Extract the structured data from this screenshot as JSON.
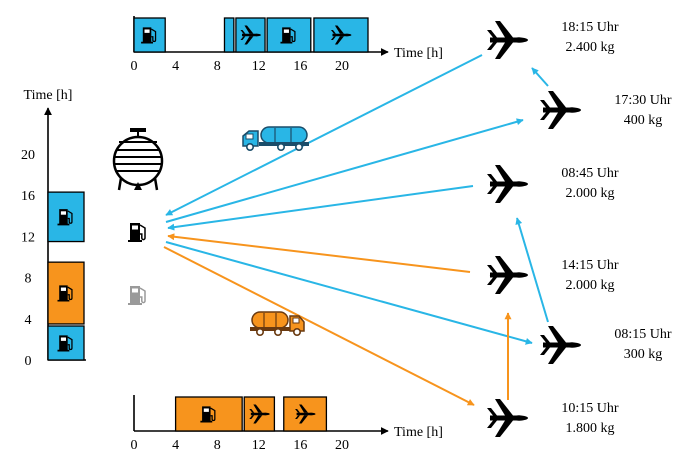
{
  "colors": {
    "blue": "#29b6e6",
    "orange": "#f7941d",
    "black": "#000000",
    "gray": "#9a9a9a"
  },
  "top_timeline": {
    "axis_label": "Time [h]",
    "ticks": [
      "0",
      "4",
      "8",
      "12",
      "16",
      "20"
    ],
    "blocks": [
      {
        "start": 0,
        "end": 3,
        "icon": "fuel-pump-icon",
        "color": "blue"
      },
      {
        "start": 8.7,
        "end": 9.6,
        "icon": "",
        "color": "blue"
      },
      {
        "start": 9.8,
        "end": 12.6,
        "icon": "airplane-icon",
        "color": "blue"
      },
      {
        "start": 12.8,
        "end": 17,
        "icon": "fuel-pump-icon",
        "color": "blue"
      },
      {
        "start": 17.3,
        "end": 22.5,
        "icon": "airplane-icon",
        "color": "blue"
      }
    ]
  },
  "left_timeline": {
    "axis_label": "Time [h]",
    "ticks": [
      "0",
      "4",
      "8",
      "12",
      "16",
      "20"
    ],
    "blocks": [
      {
        "start": 0,
        "end": 3.3,
        "icon": "fuel-pump-icon",
        "color": "blue"
      },
      {
        "start": 3.5,
        "end": 9.5,
        "icon": "fuel-pump-icon",
        "color": "orange"
      },
      {
        "start": 11.5,
        "end": 16.3,
        "icon": "fuel-pump-icon",
        "color": "blue"
      }
    ]
  },
  "bottom_timeline": {
    "axis_label": "Time [h]",
    "ticks": [
      "0",
      "4",
      "8",
      "12",
      "16",
      "20"
    ],
    "blocks": [
      {
        "start": 4,
        "end": 10.4,
        "icon": "fuel-pump-icon",
        "color": "orange"
      },
      {
        "start": 10.6,
        "end": 13.5,
        "icon": "airplane-icon",
        "color": "orange"
      },
      {
        "start": 14.4,
        "end": 18.5,
        "icon": "airplane-icon",
        "color": "orange"
      }
    ]
  },
  "flights": [
    {
      "time": "18:15 Uhr",
      "amount": "2.400 kg"
    },
    {
      "time": "17:30 Uhr",
      "amount": "400 kg"
    },
    {
      "time": "08:45 Uhr",
      "amount": "2.000 kg"
    },
    {
      "time": "14:15 Uhr",
      "amount": "2.000 kg"
    },
    {
      "time": "08:15 Uhr",
      "amount": "300 kg"
    },
    {
      "time": "10:15 Uhr",
      "amount": "1.800 kg"
    }
  ]
}
